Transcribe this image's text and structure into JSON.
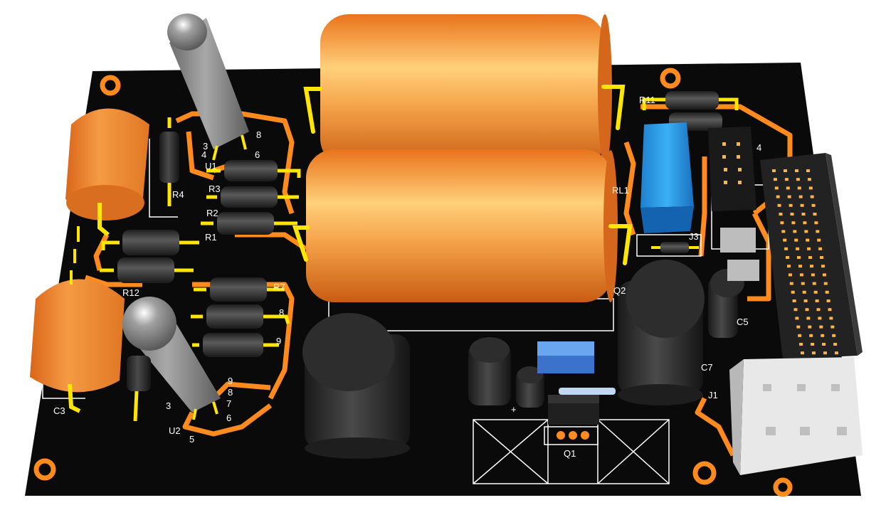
{
  "colors": {
    "board": "#0a0a0a",
    "copper": "#ff8a1e",
    "silkscreen": "#ffffff",
    "lead": "#ffe600",
    "capacitor_orange": "#f08a2e",
    "electrolytic": "#2b2b2b",
    "tube_gray": "#8a8a8a",
    "relay_blue": "#2fa6f0",
    "trimmer_blue": "#4c8de0"
  },
  "labels": {
    "c3": "C3",
    "u2": "U2",
    "pin5": "5",
    "r12": "R12",
    "r4": "R4",
    "u1": "U1",
    "r3": "R3",
    "r2": "R2",
    "r1": "R1",
    "r7": "R7",
    "r8": "8",
    "r9": "9",
    "r11": "R11",
    "rl1": "RL1",
    "j3": "J3",
    "q2": "Q2",
    "c5": "C5",
    "c7": "C7",
    "j1": "J1",
    "q1": "Q1",
    "plus": "+",
    "u1_pin8": "8",
    "u1_pin6": "6",
    "u1_pin3": "3",
    "u1_pin4": "4",
    "u2_pin9": "9",
    "u2_pin8": "8",
    "u2_pin7": "7",
    "u2_pin6": "6",
    "u2_pin3": "3",
    "j4_pin": "4"
  }
}
